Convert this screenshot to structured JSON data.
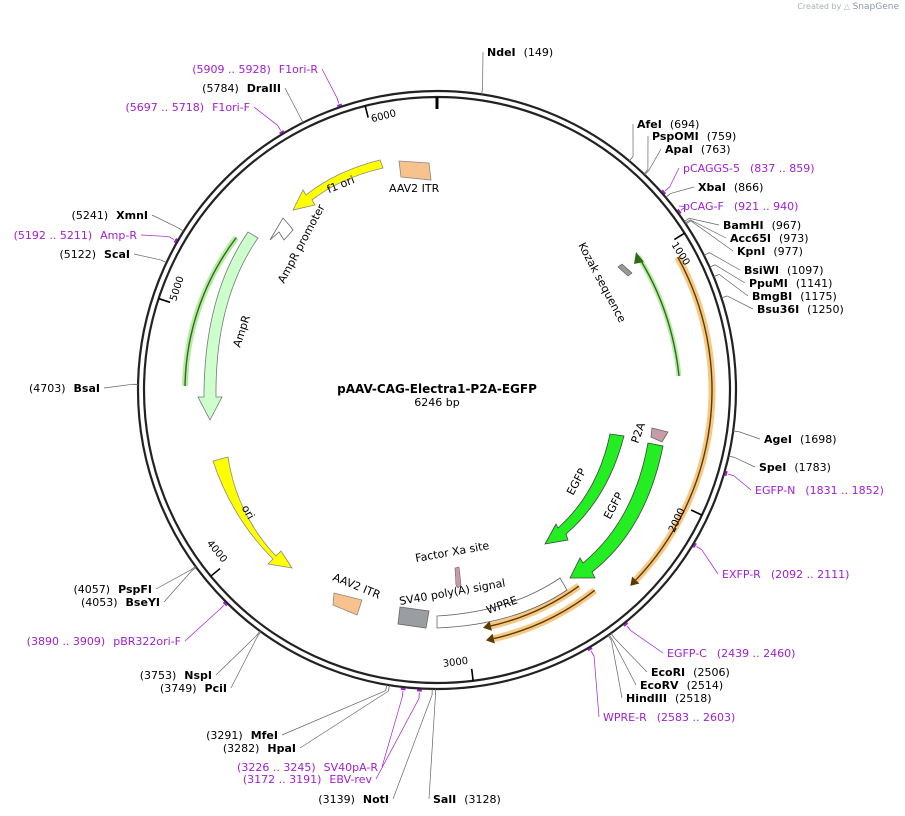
{
  "brand": {
    "created_by": "Created by",
    "app": "SnapGene"
  },
  "plasmid": {
    "name": "pAAV-CAG-Electra1-P2A-EGFP",
    "length": 6246,
    "length_label": "6246 bp"
  },
  "ticks": [
    1000,
    2000,
    3000,
    4000,
    5000,
    6000
  ],
  "sites": [
    {
      "name": "NdeI",
      "pos": "(149)",
      "bp": 149
    },
    {
      "name": "AfeI",
      "pos": "(694)",
      "bp": 694
    },
    {
      "name": "PspOMI",
      "pos": "(759)",
      "bp": 759
    },
    {
      "name": "ApaI",
      "pos": "(763)",
      "bp": 763
    },
    {
      "name": "XbaI",
      "pos": "(866)",
      "bp": 866
    },
    {
      "name": "BamHI",
      "pos": "(967)",
      "bp": 967
    },
    {
      "name": "Acc65I",
      "pos": "(973)",
      "bp": 973
    },
    {
      "name": "KpnI",
      "pos": "(977)",
      "bp": 977
    },
    {
      "name": "BsiWI",
      "pos": "(1097)",
      "bp": 1097
    },
    {
      "name": "PpuMI",
      "pos": "(1141)",
      "bp": 1141
    },
    {
      "name": "BmgBI",
      "pos": "(1175)",
      "bp": 1175
    },
    {
      "name": "Bsu36I",
      "pos": "(1250)",
      "bp": 1250
    },
    {
      "name": "AgeI",
      "pos": "(1698)",
      "bp": 1698
    },
    {
      "name": "SpeI",
      "pos": "(1783)",
      "bp": 1783
    },
    {
      "name": "EcoRI",
      "pos": "(2506)",
      "bp": 2506
    },
    {
      "name": "EcoRV",
      "pos": "(2514)",
      "bp": 2514
    },
    {
      "name": "HindIII",
      "pos": "(2518)",
      "bp": 2518
    },
    {
      "name": "SalI",
      "pos": "(3128)",
      "bp": 3128
    },
    {
      "name": "NotI",
      "pos": "(3139)",
      "bp": 3139
    },
    {
      "name": "HpaI",
      "pos": "(3282)",
      "bp": 3282
    },
    {
      "name": "MfeI",
      "pos": "(3291)",
      "bp": 3291
    },
    {
      "name": "PciI",
      "pos": "(3749)",
      "bp": 3749
    },
    {
      "name": "NspI",
      "pos": "(3753)",
      "bp": 3753
    },
    {
      "name": "BseYI",
      "pos": "(4053)",
      "bp": 4053
    },
    {
      "name": "PspFI",
      "pos": "(4057)",
      "bp": 4057
    },
    {
      "name": "BsaI",
      "pos": "(4703)",
      "bp": 4703
    },
    {
      "name": "ScaI",
      "pos": "(5122)",
      "bp": 5122
    },
    {
      "name": "XmnI",
      "pos": "(5241)",
      "bp": 5241
    },
    {
      "name": "DraIII",
      "pos": "(5784)",
      "bp": 5784
    }
  ],
  "primers": [
    {
      "name": "pCAGGS-5",
      "range": "(837 .. 859)",
      "bp": 848
    },
    {
      "name": "pCAG-F",
      "range": "(921 .. 940)",
      "bp": 930
    },
    {
      "name": "EGFP-N",
      "range": "(1831 .. 1852)",
      "bp": 1841
    },
    {
      "name": "EXFP-R",
      "range": "(2092 .. 2111)",
      "bp": 2101
    },
    {
      "name": "EGFP-C",
      "range": "(2439 .. 2460)",
      "bp": 2449
    },
    {
      "name": "WPRE-R",
      "range": "(2583 .. 2603)",
      "bp": 2593
    },
    {
      "name": "EBV-rev",
      "range": "(3172 .. 3191)",
      "bp": 3181
    },
    {
      "name": "SV40pA-R",
      "range": "(3226 .. 3245)",
      "bp": 3235
    },
    {
      "name": "pBR322ori-F",
      "range": "(3890 .. 3909)",
      "bp": 3899
    },
    {
      "name": "Amp-R",
      "range": "(5192 .. 5211)",
      "bp": 5201
    },
    {
      "name": "F1ori-F",
      "range": "(5697 .. 5718)",
      "bp": 5707
    },
    {
      "name": "F1ori-R",
      "range": "(5909 .. 5928)",
      "bp": 5918
    }
  ],
  "features": [
    {
      "name": "f1 ori",
      "color": "#ffff00"
    },
    {
      "name": "AAV2 ITR",
      "color": "#f8c28c"
    },
    {
      "name": "AAV2 ITR",
      "color": "#f8c28c"
    },
    {
      "name": "AmpR promoter",
      "color": "#ffffff"
    },
    {
      "name": "AmpR",
      "color": "#ccffcc"
    },
    {
      "name": "ori",
      "color": "#ffff00"
    },
    {
      "name": "Kozak sequence",
      "color": "#999999"
    },
    {
      "name": "P2A",
      "color": "#c99aa8"
    },
    {
      "name": "EGFP",
      "color": "#22ee22"
    },
    {
      "name": "EGFP",
      "color": "#22ee22"
    },
    {
      "name": "Factor Xa site",
      "color": "#c99aa8"
    },
    {
      "name": "SV40 poly(A) signal",
      "color": "#999999"
    },
    {
      "name": "WPRE",
      "color": "#ffffff"
    }
  ],
  "colors": {
    "primer": "#a020d0",
    "orf_orange": "#f5c277",
    "orf_green": "#a4e68c",
    "backbone": "#222222"
  }
}
